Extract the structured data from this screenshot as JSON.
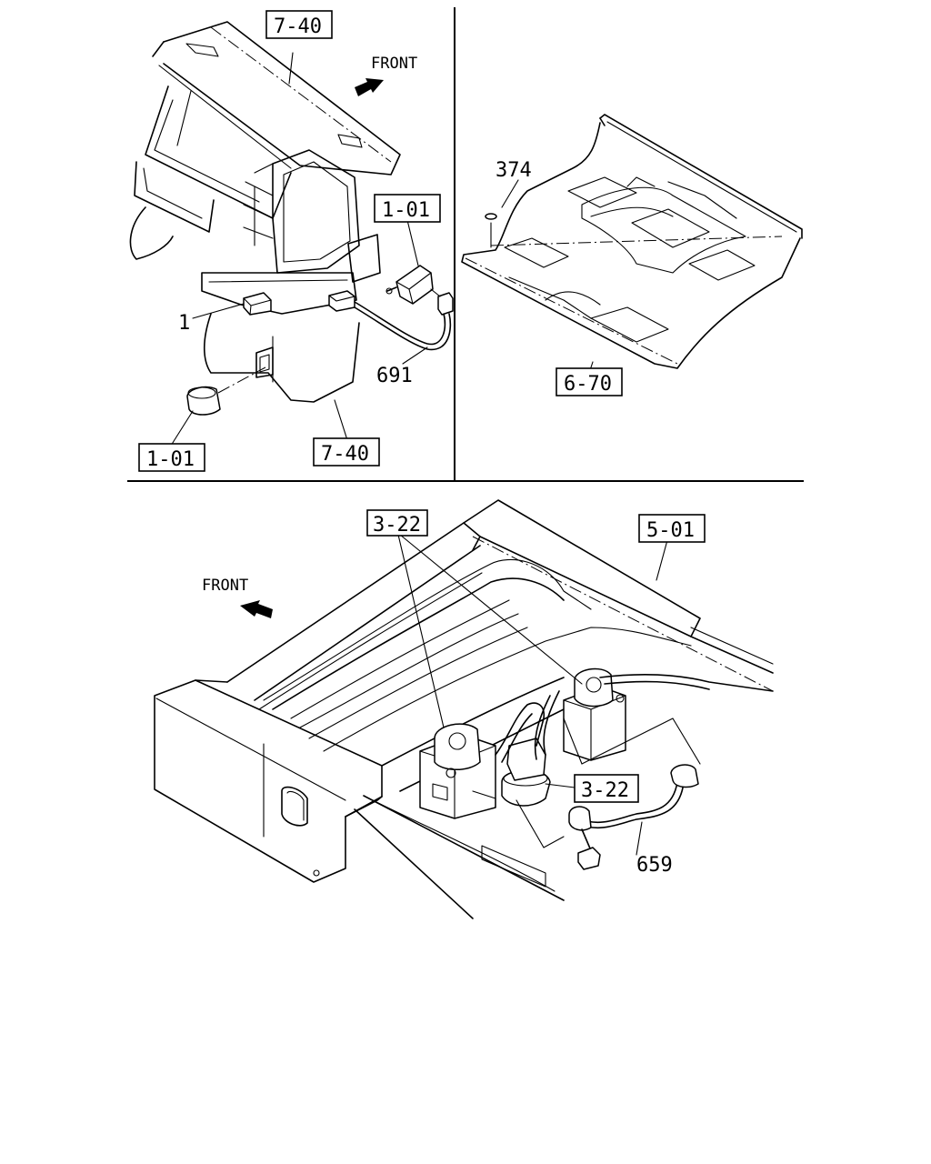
{
  "front_label": "FRONT",
  "panel_tl": {
    "ref_top": "7-40",
    "ref_switch": "1-01",
    "ref_plug": "1-01",
    "ref_bottom": "7-40",
    "part_1": "1",
    "part_691": "691"
  },
  "panel_tr": {
    "part_374": "374",
    "ref_floor": "6-70"
  },
  "panel_bottom": {
    "ref_valve_top": "3-22",
    "ref_frame": "5-01",
    "ref_valve_side": "3-22",
    "part_659": "659"
  }
}
